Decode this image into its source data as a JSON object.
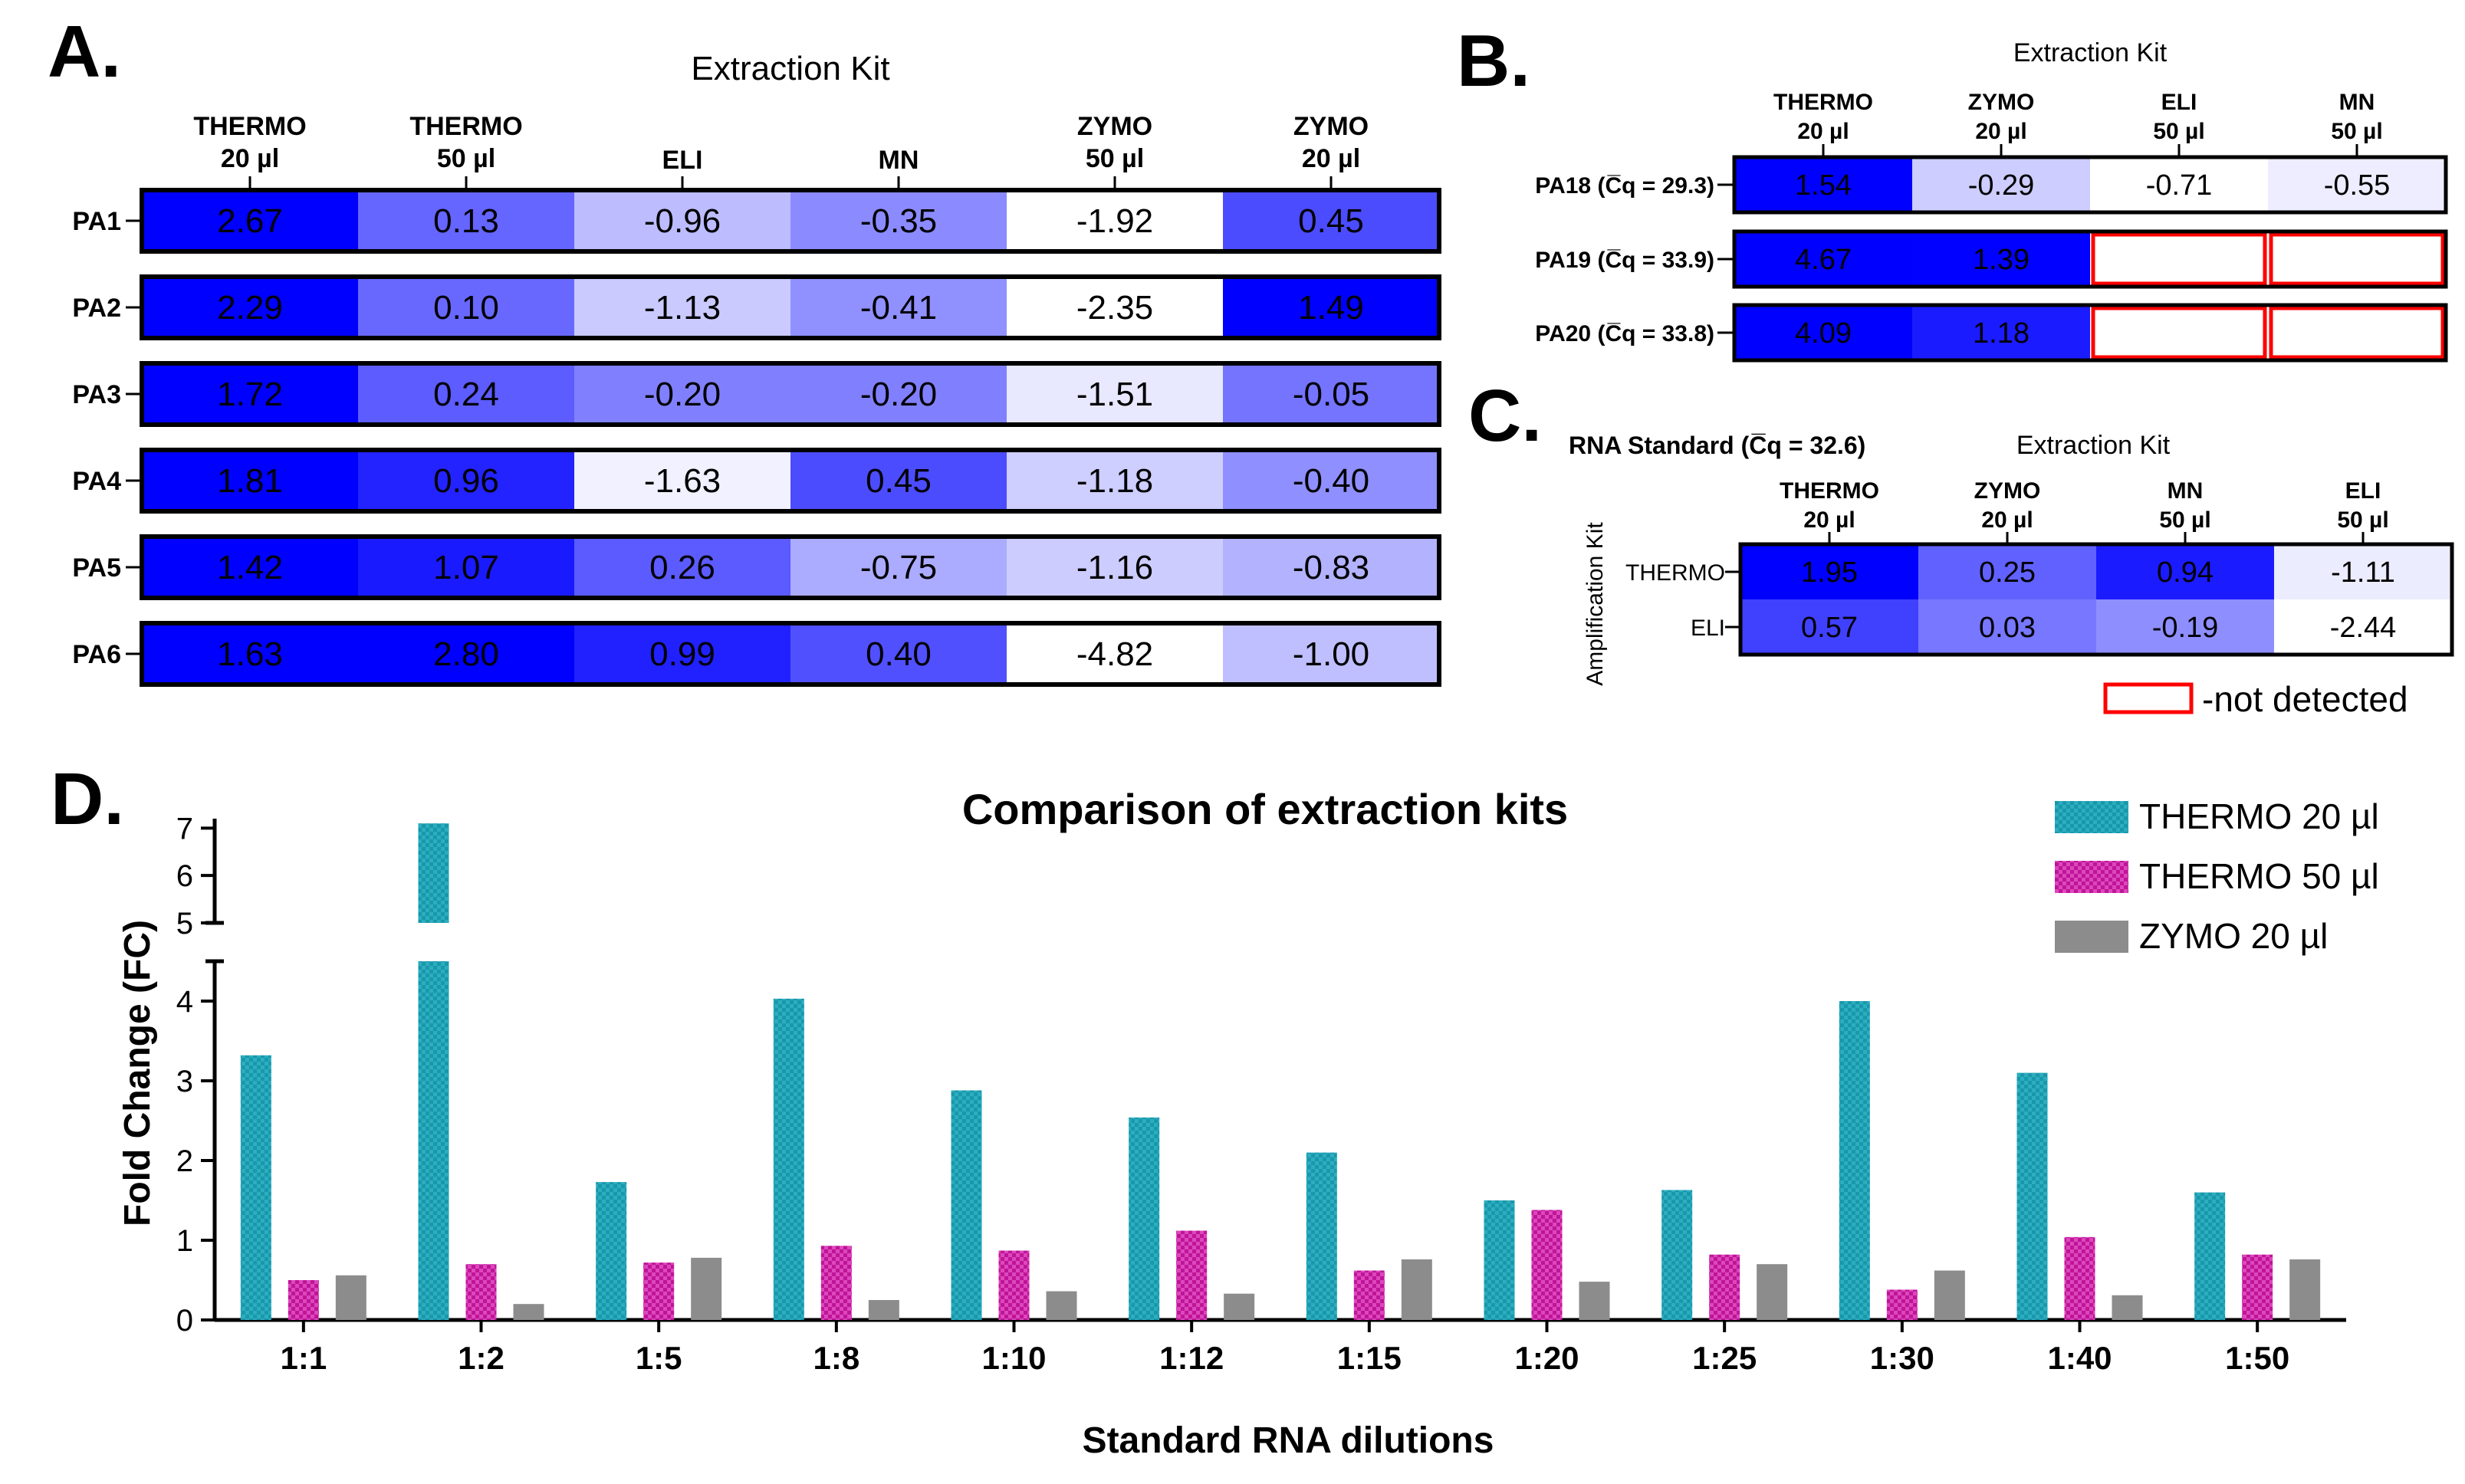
{
  "panel_labels": {
    "a": "A.",
    "b": "B.",
    "c": "C.",
    "d": "D."
  },
  "icons": {
    "not_detected": "red-outline-box-icon"
  },
  "colors": {
    "heat_high": "#0000ff",
    "heat_low": "#ffffff",
    "outline": "#000000",
    "not_detected": "#ff0000"
  },
  "chart_data": [
    {
      "type": "heatmap",
      "panel": "A.",
      "title": "Extraction Kit",
      "col_labels": [
        [
          "THERMO",
          "20 µl"
        ],
        [
          "THERMO",
          "50 µl"
        ],
        [
          "ELI"
        ],
        [
          "MN"
        ],
        [
          "ZYMO",
          "50 µl"
        ],
        [
          "ZYMO",
          "20 µl"
        ]
      ],
      "row_labels": [
        "PA1",
        "PA2",
        "PA3",
        "PA4",
        "PA5",
        "PA6"
      ],
      "values": [
        [
          2.67,
          0.13,
          -0.96,
          -0.35,
          -1.92,
          0.45
        ],
        [
          2.29,
          0.1,
          -1.13,
          -0.41,
          -2.35,
          1.49
        ],
        [
          1.72,
          0.24,
          -0.2,
          -0.2,
          -1.51,
          -0.05
        ],
        [
          1.81,
          0.96,
          -1.63,
          0.45,
          -1.18,
          -0.4
        ],
        [
          1.42,
          1.07,
          0.26,
          -0.75,
          -1.16,
          -0.83
        ],
        [
          1.63,
          2.8,
          0.99,
          0.4,
          -4.82,
          -1.0
        ]
      ],
      "labels": [
        [
          "2.67",
          "0.13",
          "-0.96",
          "-0.35",
          "-1.92",
          "0.45"
        ],
        [
          "2.29",
          "0.10",
          "-1.13",
          "-0.41",
          "-2.35",
          "1.49"
        ],
        [
          "1.72",
          "0.24",
          "-0.20",
          "-0.20",
          "-1.51",
          "-0.05"
        ],
        [
          "1.81",
          "0.96",
          "-1.63",
          "0.45",
          "-1.18",
          "-0.40"
        ],
        [
          "1.42",
          "1.07",
          "0.26",
          "-0.75",
          "-1.16",
          "-0.83"
        ],
        [
          "1.63",
          "2.80",
          "0.99",
          "0.40",
          "-4.82",
          "-1.00"
        ]
      ]
    },
    {
      "type": "heatmap",
      "panel": "B.",
      "title": "Extraction Kit",
      "col_labels": [
        [
          "THERMO",
          "20 µl"
        ],
        [
          "ZYMO",
          "20 µl"
        ],
        [
          "ELI",
          "50 µl"
        ],
        [
          "MN",
          "50 µl"
        ]
      ],
      "row_labels": [
        "PA18 (C̅q = 29.3)",
        "PA19 (C̅q = 33.9)",
        "PA20 (C̅q = 33.8)"
      ],
      "values": [
        [
          1.54,
          -0.29,
          -0.71,
          -0.55
        ],
        [
          4.67,
          1.39,
          null,
          null
        ],
        [
          4.09,
          1.18,
          null,
          null
        ]
      ],
      "labels": [
        [
          "1.54",
          "-0.29",
          "-0.71",
          "-0.55"
        ],
        [
          "4.67",
          "1.39",
          "",
          ""
        ],
        [
          "4.09",
          "1.18",
          "",
          ""
        ]
      ]
    },
    {
      "type": "heatmap",
      "panel": "C.",
      "title": "Extraction Kit",
      "subtitle": "RNA Standard (C̅q = 32.6)",
      "ylabel": "Amplification Kit",
      "col_labels": [
        [
          "THERMO",
          "20 µl"
        ],
        [
          "ZYMO",
          "20 µl"
        ],
        [
          "MN",
          "50 µl"
        ],
        [
          "ELI",
          "50 µl"
        ]
      ],
      "row_labels": [
        "THERMO",
        "ELI"
      ],
      "values": [
        [
          1.95,
          0.25,
          0.94,
          -1.11
        ],
        [
          0.57,
          0.03,
          -0.19,
          -2.44
        ]
      ],
      "labels": [
        [
          "1.95",
          "0.25",
          "0.94",
          "-1.11"
        ],
        [
          "0.57",
          "0.03",
          "-0.19",
          "-2.44"
        ]
      ],
      "legend": "-not detected"
    },
    {
      "type": "bar",
      "panel": "D.",
      "title": "Comparison of extraction kits",
      "xlabel": "Standard RNA dilutions",
      "ylabel": "Fold Change (FC)",
      "categories": [
        "1:1",
        "1:2",
        "1:5",
        "1:8",
        "1:10",
        "1:12",
        "1:15",
        "1:20",
        "1:25",
        "1:30",
        "1:40",
        "1:50"
      ],
      "series": [
        {
          "name": "THERMO 20 µl",
          "color": "#1a97aa",
          "values": [
            3.32,
            7.1,
            1.73,
            4.03,
            2.88,
            2.54,
            2.1,
            1.5,
            1.63,
            4.0,
            3.1,
            1.6
          ]
        },
        {
          "name": "THERMO 50 µl",
          "color": "#c0149a",
          "values": [
            0.5,
            0.7,
            0.72,
            0.93,
            0.87,
            1.12,
            0.62,
            1.38,
            0.82,
            0.38,
            1.04,
            0.82
          ]
        },
        {
          "name": "ZYMO 20 µl",
          "color": "#8c8c8c",
          "values": [
            0.56,
            0.2,
            0.78,
            0.25,
            0.36,
            0.33,
            0.76,
            0.48,
            0.7,
            0.62,
            0.31,
            0.76
          ]
        }
      ],
      "y_ticks_lower": [
        "0",
        "1",
        "2",
        "3",
        "4"
      ],
      "y_ticks_upper": [
        "5",
        "6",
        "7"
      ],
      "ylim_lower": [
        0,
        4.5
      ],
      "ylim_upper": [
        5,
        7.2
      ],
      "grid": false,
      "legend_position": "top-right"
    }
  ]
}
